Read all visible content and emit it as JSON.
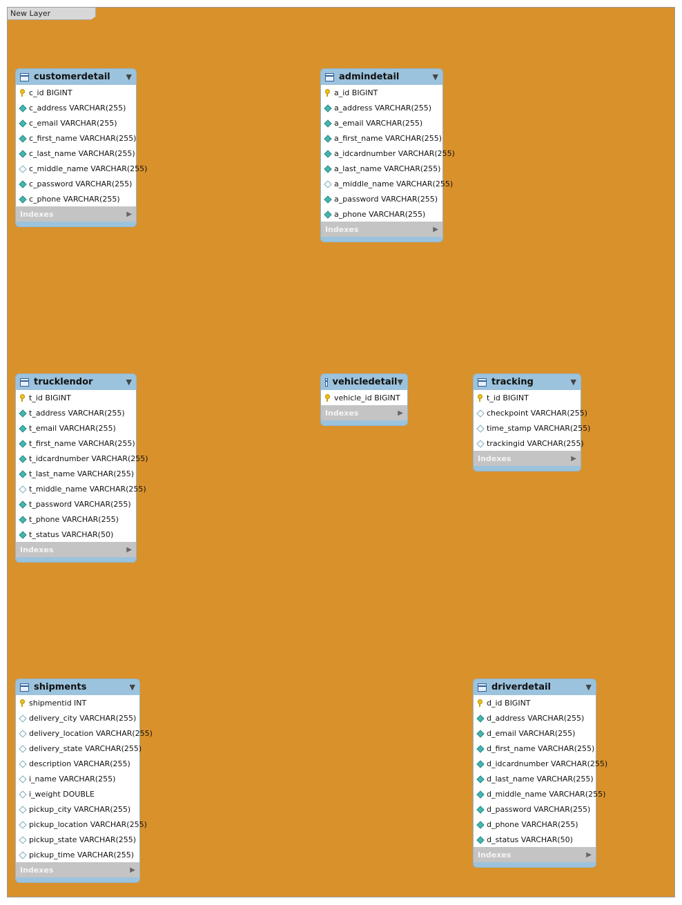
{
  "layer": {
    "title": "New Layer",
    "background": "#d9912c"
  },
  "tables": [
    {
      "name": "customerdetail",
      "indexes_label": "Indexes",
      "columns": [
        {
          "text": "c_id BIGINT",
          "icon": "key-icon"
        },
        {
          "text": "c_address VARCHAR(255)",
          "icon": "diamond-filled-icon"
        },
        {
          "text": "c_email VARCHAR(255)",
          "icon": "diamond-filled-icon"
        },
        {
          "text": "c_first_name VARCHAR(255)",
          "icon": "diamond-filled-icon"
        },
        {
          "text": "c_last_name VARCHAR(255)",
          "icon": "diamond-filled-icon"
        },
        {
          "text": "c_middle_name VARCHAR(255)",
          "icon": "diamond-empty-icon"
        },
        {
          "text": "c_password VARCHAR(255)",
          "icon": "diamond-filled-icon"
        },
        {
          "text": "c_phone VARCHAR(255)",
          "icon": "diamond-filled-icon"
        }
      ]
    },
    {
      "name": "admindetail",
      "indexes_label": "Indexes",
      "columns": [
        {
          "text": "a_id BIGINT",
          "icon": "key-icon"
        },
        {
          "text": "a_address VARCHAR(255)",
          "icon": "diamond-filled-icon"
        },
        {
          "text": "a_email VARCHAR(255)",
          "icon": "diamond-filled-icon"
        },
        {
          "text": "a_first_name VARCHAR(255)",
          "icon": "diamond-filled-icon"
        },
        {
          "text": "a_idcardnumber VARCHAR(255)",
          "icon": "diamond-filled-icon"
        },
        {
          "text": "a_last_name VARCHAR(255)",
          "icon": "diamond-filled-icon"
        },
        {
          "text": "a_middle_name VARCHAR(255)",
          "icon": "diamond-empty-icon"
        },
        {
          "text": "a_password VARCHAR(255)",
          "icon": "diamond-filled-icon"
        },
        {
          "text": "a_phone VARCHAR(255)",
          "icon": "diamond-filled-icon"
        }
      ]
    },
    {
      "name": "trucklendor",
      "indexes_label": "Indexes",
      "columns": [
        {
          "text": "t_id BIGINT",
          "icon": "key-icon"
        },
        {
          "text": "t_address VARCHAR(255)",
          "icon": "diamond-filled-icon"
        },
        {
          "text": "t_email VARCHAR(255)",
          "icon": "diamond-filled-icon"
        },
        {
          "text": "t_first_name VARCHAR(255)",
          "icon": "diamond-filled-icon"
        },
        {
          "text": "t_idcardnumber VARCHAR(255)",
          "icon": "diamond-filled-icon"
        },
        {
          "text": "t_last_name VARCHAR(255)",
          "icon": "diamond-filled-icon"
        },
        {
          "text": "t_middle_name VARCHAR(255)",
          "icon": "diamond-empty-icon"
        },
        {
          "text": "t_password VARCHAR(255)",
          "icon": "diamond-filled-icon"
        },
        {
          "text": "t_phone VARCHAR(255)",
          "icon": "diamond-filled-icon"
        },
        {
          "text": "t_status VARCHAR(50)",
          "icon": "diamond-filled-icon"
        }
      ]
    },
    {
      "name": "vehicledetail",
      "indexes_label": "Indexes",
      "columns": [
        {
          "text": "vehicle_id BIGINT",
          "icon": "key-icon"
        }
      ]
    },
    {
      "name": "tracking",
      "indexes_label": "Indexes",
      "columns": [
        {
          "text": "t_id BIGINT",
          "icon": "key-icon"
        },
        {
          "text": "checkpoint VARCHAR(255)",
          "icon": "diamond-empty-icon"
        },
        {
          "text": "time_stamp VARCHAR(255)",
          "icon": "diamond-empty-icon"
        },
        {
          "text": "trackingid VARCHAR(255)",
          "icon": "diamond-empty-icon"
        }
      ]
    },
    {
      "name": "shipments",
      "indexes_label": "Indexes",
      "columns": [
        {
          "text": "shipmentid INT",
          "icon": "key-icon"
        },
        {
          "text": "delivery_city VARCHAR(255)",
          "icon": "diamond-empty-icon"
        },
        {
          "text": "delivery_location VARCHAR(255)",
          "icon": "diamond-empty-icon"
        },
        {
          "text": "delivery_state VARCHAR(255)",
          "icon": "diamond-empty-icon"
        },
        {
          "text": "description VARCHAR(255)",
          "icon": "diamond-empty-icon"
        },
        {
          "text": "i_name VARCHAR(255)",
          "icon": "diamond-empty-icon"
        },
        {
          "text": "i_weight DOUBLE",
          "icon": "diamond-empty-icon"
        },
        {
          "text": "pickup_city VARCHAR(255)",
          "icon": "diamond-empty-icon"
        },
        {
          "text": "pickup_location VARCHAR(255)",
          "icon": "diamond-empty-icon"
        },
        {
          "text": "pickup_state VARCHAR(255)",
          "icon": "diamond-empty-icon"
        },
        {
          "text": "pickup_time VARCHAR(255)",
          "icon": "diamond-empty-icon"
        }
      ]
    },
    {
      "name": "driverdetail",
      "indexes_label": "Indexes",
      "columns": [
        {
          "text": "d_id BIGINT",
          "icon": "key-icon"
        },
        {
          "text": "d_address VARCHAR(255)",
          "icon": "diamond-filled-icon"
        },
        {
          "text": "d_email VARCHAR(255)",
          "icon": "diamond-filled-icon"
        },
        {
          "text": "d_first_name VARCHAR(255)",
          "icon": "diamond-filled-icon"
        },
        {
          "text": "d_idcardnumber VARCHAR(255)",
          "icon": "diamond-filled-icon"
        },
        {
          "text": "d_last_name VARCHAR(255)",
          "icon": "diamond-filled-icon"
        },
        {
          "text": "d_middle_name VARCHAR(255)",
          "icon": "diamond-filled-icon"
        },
        {
          "text": "d_password VARCHAR(255)",
          "icon": "diamond-filled-icon"
        },
        {
          "text": "d_phone VARCHAR(255)",
          "icon": "diamond-filled-icon"
        },
        {
          "text": "d_status VARCHAR(50)",
          "icon": "diamond-filled-icon"
        }
      ]
    }
  ]
}
